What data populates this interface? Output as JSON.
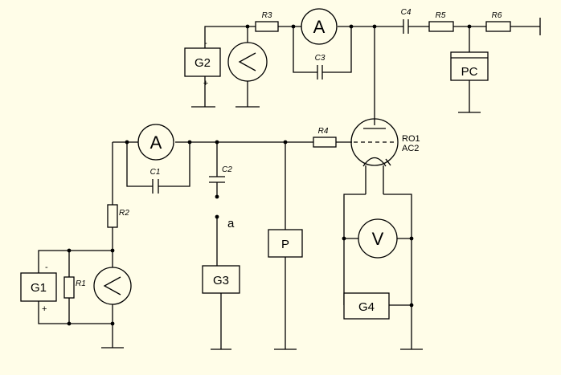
{
  "components": {
    "resistors": {
      "r1": "R1",
      "r2": "R2",
      "r3": "R3",
      "r4": "R4",
      "r5": "R5",
      "r6": "R6"
    },
    "capacitors": {
      "c1": "C1",
      "c2": "C2",
      "c3": "C3",
      "c4": "C4"
    },
    "generators": {
      "g1": "G1",
      "g2": "G2",
      "g3": "G3",
      "g4": "G4"
    },
    "blocks": {
      "p": "P",
      "pc": "PC"
    },
    "meters": {
      "ammeter_top": "A",
      "ammeter_left": "A",
      "voltmeter_filament": "V"
    },
    "tube": {
      "line1": "RO1",
      "line2": "AC2"
    },
    "node_a": "a",
    "polarity": {
      "g1_minus": "-",
      "g1_plus": "+",
      "g2_minus": "-",
      "g2_plus": "+"
    }
  }
}
